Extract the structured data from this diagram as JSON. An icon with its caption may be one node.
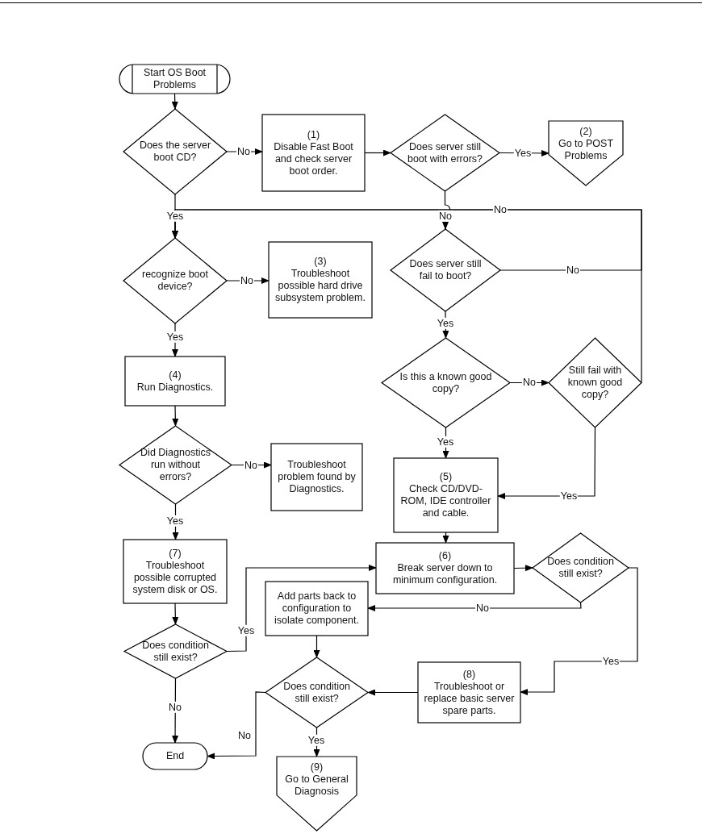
{
  "diagram": {
    "nodes": [
      {
        "text": [
          "Start OS Boot Problems"
        ]
      },
      {
        "text": [
          "Does the server boot CD?"
        ]
      },
      {
        "text": [
          "(1)",
          "Disable Fast Boot and check server boot order."
        ]
      },
      {
        "text": [
          "Does server still boot with errors?"
        ]
      },
      {
        "text": [
          "(2)",
          "Go to POST Problems"
        ]
      },
      {
        "text": [
          "recognize boot device?"
        ]
      },
      {
        "text": [
          "(3)",
          "Troubleshoot possible hard drive subsystem problem."
        ]
      },
      {
        "text": [
          "Does server still fail to boot?"
        ]
      },
      {
        "text": [
          "(4)",
          "Run Diagnostics."
        ]
      },
      {
        "text": [
          "Is this a known good copy?"
        ]
      },
      {
        "text": [
          "Still fail with known good copy?"
        ]
      },
      {
        "text": [
          "Did Diagnostics run without errors?"
        ]
      },
      {
        "text": [
          "Troubleshoot problem found by Diagnostics."
        ]
      },
      {
        "text": [
          "(5)",
          "Check CD/DVD-ROM, IDE controller and cable."
        ]
      },
      {
        "text": [
          "(7)",
          "Troubleshoot possible corrupted system disk or OS."
        ]
      },
      {
        "text": [
          "(6)",
          "Break server down to minimum configuration."
        ]
      },
      {
        "text": [
          "Does condition still exist?"
        ]
      },
      {
        "text": [
          "Add parts back to configuration to isolate component."
        ]
      },
      {
        "text": [
          "Does condition still exist?"
        ]
      },
      {
        "text": [
          "Does condition still exist?"
        ]
      },
      {
        "text": [
          "(8)",
          "Troubleshoot or replace basic server spare parts."
        ]
      },
      {
        "text": [
          "End"
        ]
      },
      {
        "text": [
          "(9)",
          "Go to General Diagnosis"
        ]
      }
    ],
    "edges": [
      {
        "from": 0,
        "to": 1,
        "arrow": "to"
      },
      {
        "from": 1,
        "to": 2,
        "arrow": "to",
        "label": "No"
      },
      {
        "from": 2,
        "to": 3,
        "arrow": "to"
      },
      {
        "from": 3,
        "to": 4,
        "arrow": "to",
        "label": "Yes"
      },
      {
        "from": 3,
        "to": 7,
        "arrow": "to",
        "label": "No"
      },
      {
        "from": 1,
        "to": 5,
        "arrow": "to",
        "label": "Yes"
      },
      {
        "from": 10,
        "to": 5,
        "arrow": "to",
        "label": "No"
      },
      {
        "from": 7,
        "to": 5,
        "arrow": "to",
        "label": "No"
      },
      {
        "from": 5,
        "to": 6,
        "arrow": "to",
        "label": "No"
      },
      {
        "from": 5,
        "to": 8,
        "arrow": "to",
        "label": "Yes"
      },
      {
        "from": 7,
        "to": 9,
        "arrow": "to",
        "label": "Yes"
      },
      {
        "from": 9,
        "to": 10,
        "arrow": "to",
        "label": "No"
      },
      {
        "from": 9,
        "to": 13,
        "arrow": "to",
        "label": "Yes"
      },
      {
        "from": 10,
        "to": 13,
        "arrow": "to",
        "label": "Yes"
      },
      {
        "from": 8,
        "to": 11,
        "arrow": "to"
      },
      {
        "from": 11,
        "to": 12,
        "arrow": "to",
        "label": "No"
      },
      {
        "from": 11,
        "to": 14,
        "arrow": "to",
        "label": "Yes"
      },
      {
        "from": 13,
        "to": 15,
        "arrow": "to"
      },
      {
        "from": 14,
        "to": 18,
        "arrow": "to"
      },
      {
        "from": 18,
        "to": 15,
        "arrow": "to",
        "label": "Yes"
      },
      {
        "from": 15,
        "to": 16,
        "arrow": "to"
      },
      {
        "from": 16,
        "to": 17,
        "arrow": "to",
        "label": "No"
      },
      {
        "from": 16,
        "to": 20,
        "arrow": "to",
        "label": "Yes"
      },
      {
        "from": 17,
        "to": 19,
        "arrow": "to"
      },
      {
        "from": 20,
        "to": 19,
        "arrow": "to"
      },
      {
        "from": 18,
        "to": 21,
        "arrow": "to",
        "label": "No"
      },
      {
        "from": 19,
        "to": 21,
        "arrow": "to",
        "label": "No"
      },
      {
        "from": 19,
        "to": 22,
        "arrow": "to",
        "label": "Yes"
      }
    ]
  }
}
